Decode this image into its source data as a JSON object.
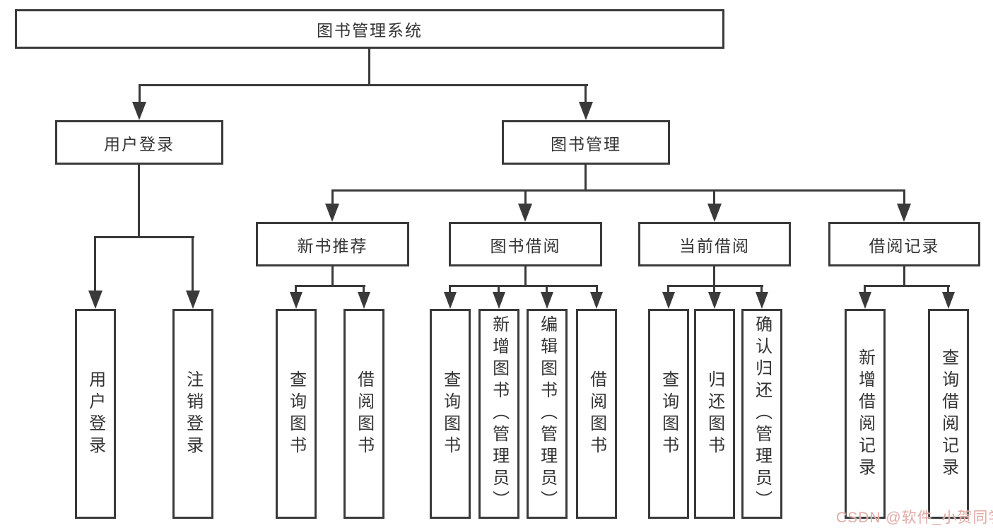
{
  "diagram": {
    "root": {
      "label": "图书管理系统"
    },
    "branches": [
      {
        "label": "用户登录",
        "children": [
          {
            "label": "用户登录"
          },
          {
            "label": "注销登录"
          }
        ]
      },
      {
        "label": "图书管理",
        "children": [
          {
            "label": "新书推荐",
            "children": [
              {
                "label": "查询图书"
              },
              {
                "label": "借阅图书"
              }
            ]
          },
          {
            "label": "图书借阅",
            "children": [
              {
                "label": "查询图书"
              },
              {
                "label": "新增图书（管理员）"
              },
              {
                "label": "编辑图书（管理员）"
              },
              {
                "label": "借阅图书"
              }
            ]
          },
          {
            "label": "当前借阅",
            "children": [
              {
                "label": "查询图书"
              },
              {
                "label": "归还图书"
              },
              {
                "label": "确认归还（管理员）"
              }
            ]
          },
          {
            "label": "借阅记录",
            "children": [
              {
                "label": "新增借阅记录"
              },
              {
                "label": "查询借阅记录"
              }
            ]
          }
        ]
      }
    ]
  },
  "watermark": {
    "text": "CSDN @软件_小贺同学",
    "color": "#e2aaa4"
  },
  "colors": {
    "line": "#3a3a3a",
    "text": "#333333",
    "background": "#ffffff"
  }
}
